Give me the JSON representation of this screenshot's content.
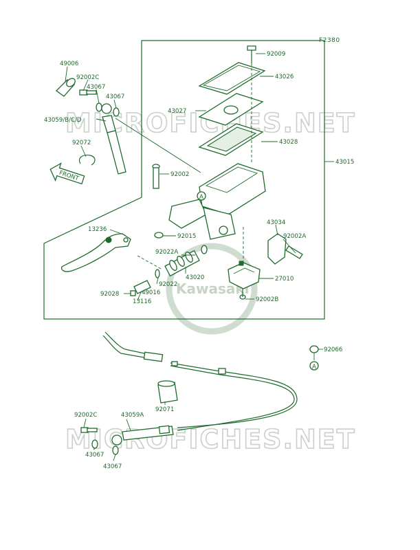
{
  "figure_id": "F2380",
  "watermark": {
    "text": "MICROFICHES.NET",
    "logo_text": "Kawasaki"
  },
  "front_arrow_label": "FRONT",
  "ref_marker": "A",
  "labels": {
    "p49006": "49006",
    "p92002C_top": "92002C",
    "p43067_a": "43067",
    "p43067_b": "43067",
    "p43059BCD": "43059/B/C/D",
    "p92072": "92072",
    "p92009": "92009",
    "p43026": "43026",
    "p43027": "43027",
    "p43028": "43028",
    "p43015": "43015",
    "p92002": "92002",
    "p13236": "13236",
    "p92015": "92015",
    "p43034": "43034",
    "p92002A": "92002A",
    "p92022A": "92022A",
    "p43020": "43020",
    "p27010": "27010",
    "p92022": "92022",
    "p49016": "49016",
    "p92028": "92028",
    "p13116": "13116",
    "p92002B": "92002B",
    "p92066": "92066",
    "p92071": "92071",
    "p92002C_bot": "92002C",
    "p43059A": "43059A",
    "p43067_c": "43067",
    "p43067_d": "43067"
  }
}
